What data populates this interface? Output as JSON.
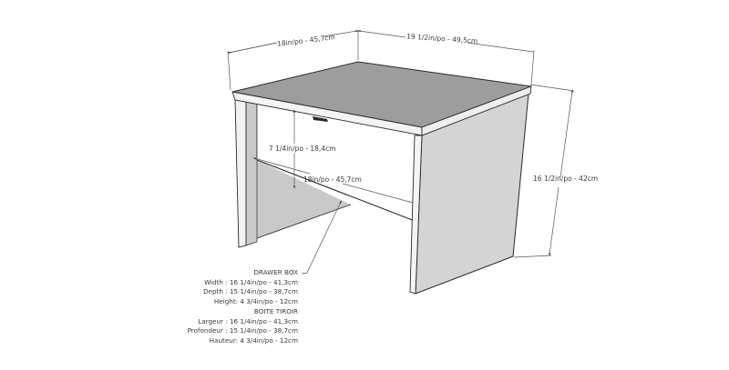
{
  "diagram": {
    "subject": "Nightstand with drawer - dimensional line drawing",
    "dimensions": {
      "depth_top": "18in/po - 45,7cm",
      "width_top": "19 1/2in/po - 49,5cm",
      "height_right": "16 1/2in/po - 42cm",
      "opening_height": "7 1/4in/po - 18,4cm",
      "opening_width": "18in/po - 45,7cm"
    },
    "drawer_box_en": {
      "title": "DRAWER BOX",
      "lines": [
        "Width : 16 1/4in/po - 41,3cm",
        "Depth : 15 1/4in/po - 38,7cm",
        "Height: 4 3/4in/po - 12cm"
      ]
    },
    "drawer_box_fr": {
      "title": "BOITE TIROIR",
      "lines": [
        "Largeur : 16 1/4in/po - 41,3cm",
        "Profondeur : 15 1/4in/po - 38,7cm",
        "Hauteur: 4 3/4in/po - 12cm"
      ]
    },
    "colors": {
      "top_surface": "#9d9d9d",
      "side_panel": "#d4d4d4",
      "panel_edge": "#f4f4f4",
      "drawer_front": "#ffffff",
      "line": "#2a2a2a",
      "dimension_line": "#555555",
      "handle": "#2b2b2b"
    }
  }
}
